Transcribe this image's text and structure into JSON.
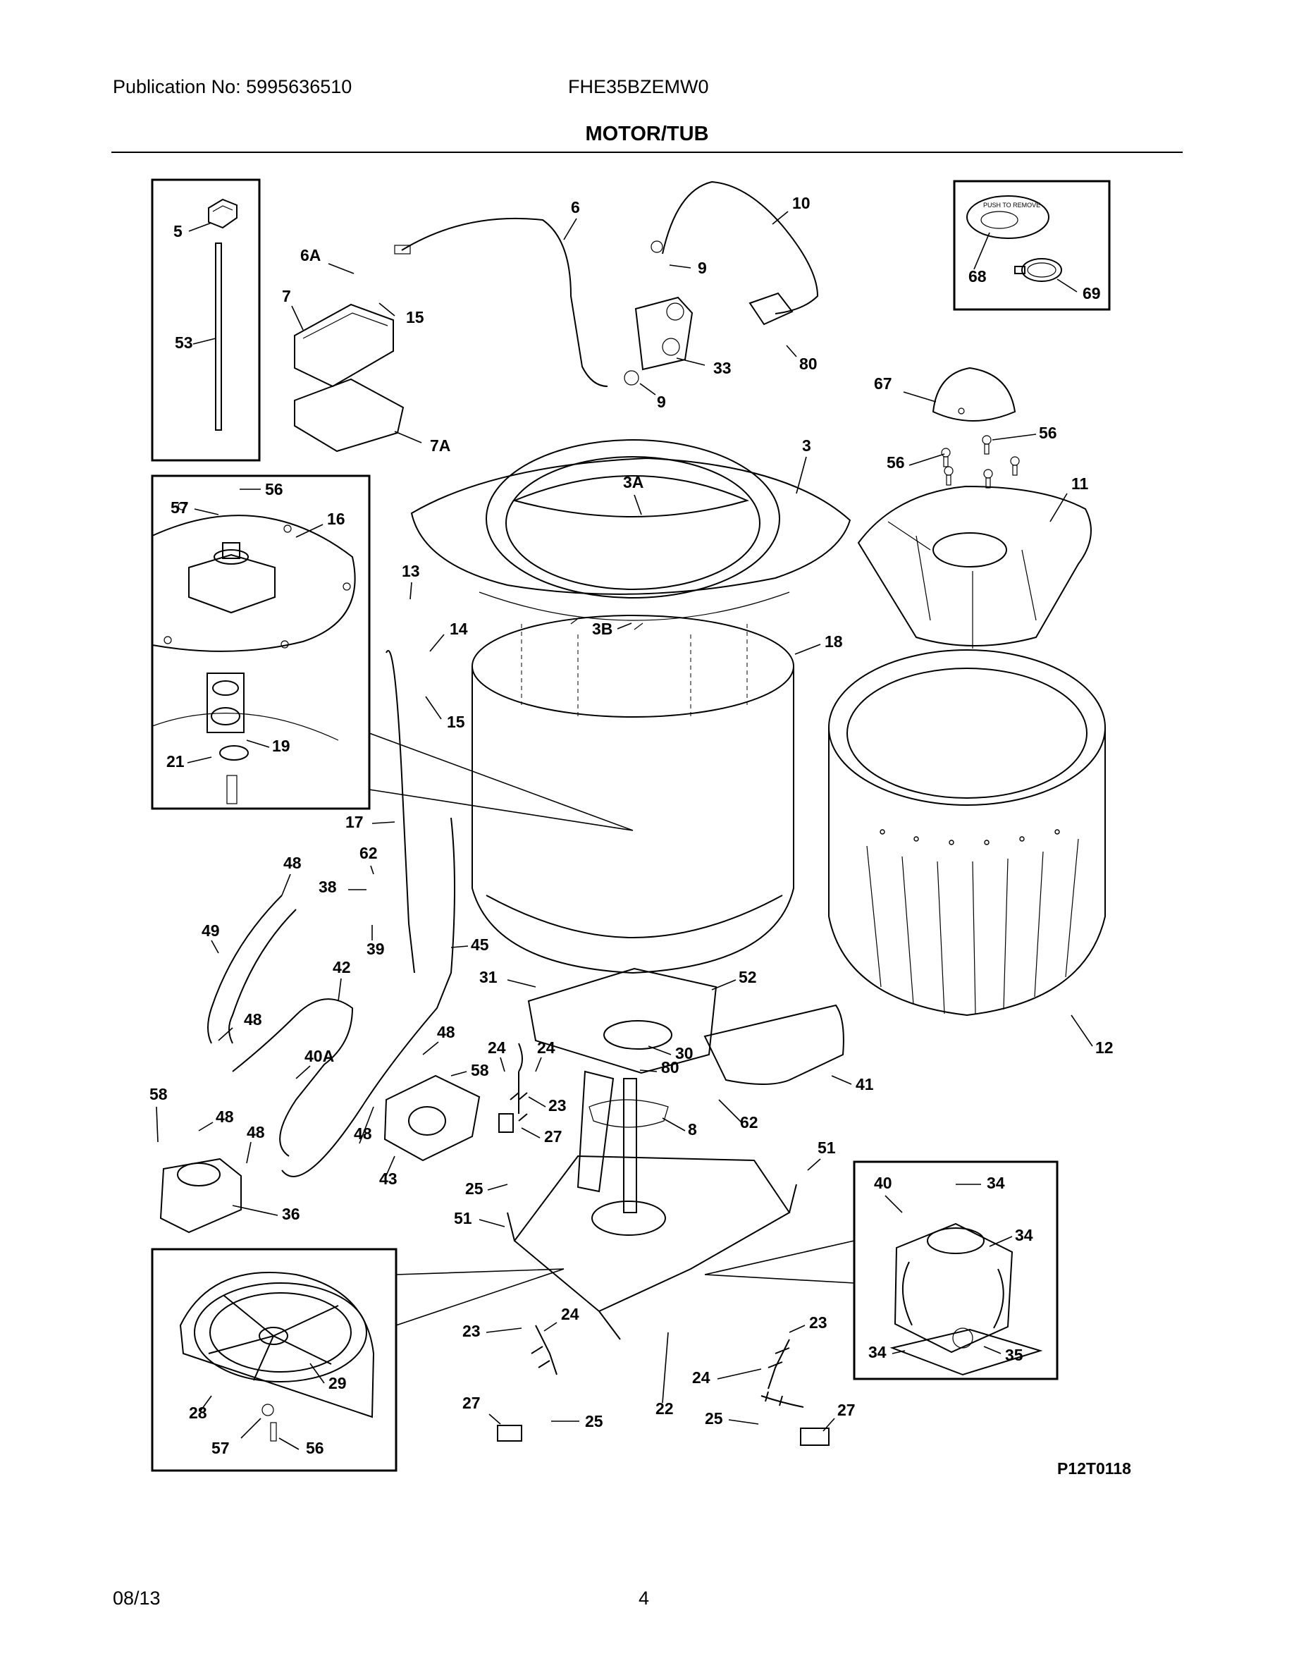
{
  "header": {
    "publication": "Publication No: 5995636510",
    "model": "FHE35BZEMW0",
    "title": "MOTOR/TUB"
  },
  "figure_code": "P12T0118",
  "footer": {
    "date": "08/13",
    "page": "4"
  },
  "insets": {
    "seal_cap_text": "PUSH TO REMOVE"
  },
  "callouts": [
    {
      "label": "5"
    },
    {
      "label": "53"
    },
    {
      "label": "6A"
    },
    {
      "label": "7"
    },
    {
      "label": "15"
    },
    {
      "label": "7A"
    },
    {
      "label": "6"
    },
    {
      "label": "9"
    },
    {
      "label": "33"
    },
    {
      "label": "9"
    },
    {
      "label": "10"
    },
    {
      "label": "80"
    },
    {
      "label": "68"
    },
    {
      "label": "69"
    },
    {
      "label": "67"
    },
    {
      "label": "3"
    },
    {
      "label": "3A"
    },
    {
      "label": "56"
    },
    {
      "label": "56"
    },
    {
      "label": "11"
    },
    {
      "label": "56"
    },
    {
      "label": "57"
    },
    {
      "label": "16"
    },
    {
      "label": "19"
    },
    {
      "label": "21"
    },
    {
      "label": "13"
    },
    {
      "label": "14"
    },
    {
      "label": "15"
    },
    {
      "label": "3B"
    },
    {
      "label": "18"
    },
    {
      "label": "17"
    },
    {
      "label": "48"
    },
    {
      "label": "62"
    },
    {
      "label": "38"
    },
    {
      "label": "39"
    },
    {
      "label": "49"
    },
    {
      "label": "45"
    },
    {
      "label": "42"
    },
    {
      "label": "31"
    },
    {
      "label": "52"
    },
    {
      "label": "48"
    },
    {
      "label": "40A"
    },
    {
      "label": "48"
    },
    {
      "label": "24"
    },
    {
      "label": "24"
    },
    {
      "label": "30"
    },
    {
      "label": "58"
    },
    {
      "label": "80"
    },
    {
      "label": "41"
    },
    {
      "label": "12"
    },
    {
      "label": "58"
    },
    {
      "label": "48"
    },
    {
      "label": "23"
    },
    {
      "label": "8"
    },
    {
      "label": "62"
    },
    {
      "label": "48"
    },
    {
      "label": "48"
    },
    {
      "label": "27"
    },
    {
      "label": "43"
    },
    {
      "label": "25"
    },
    {
      "label": "36"
    },
    {
      "label": "51"
    },
    {
      "label": "51"
    },
    {
      "label": "40"
    },
    {
      "label": "34"
    },
    {
      "label": "34"
    },
    {
      "label": "23"
    },
    {
      "label": "24"
    },
    {
      "label": "23"
    },
    {
      "label": "24"
    },
    {
      "label": "22"
    },
    {
      "label": "29"
    },
    {
      "label": "28"
    },
    {
      "label": "27"
    },
    {
      "label": "25"
    },
    {
      "label": "25"
    },
    {
      "label": "27"
    },
    {
      "label": "57"
    },
    {
      "label": "56"
    },
    {
      "label": "34"
    },
    {
      "label": "35"
    }
  ]
}
